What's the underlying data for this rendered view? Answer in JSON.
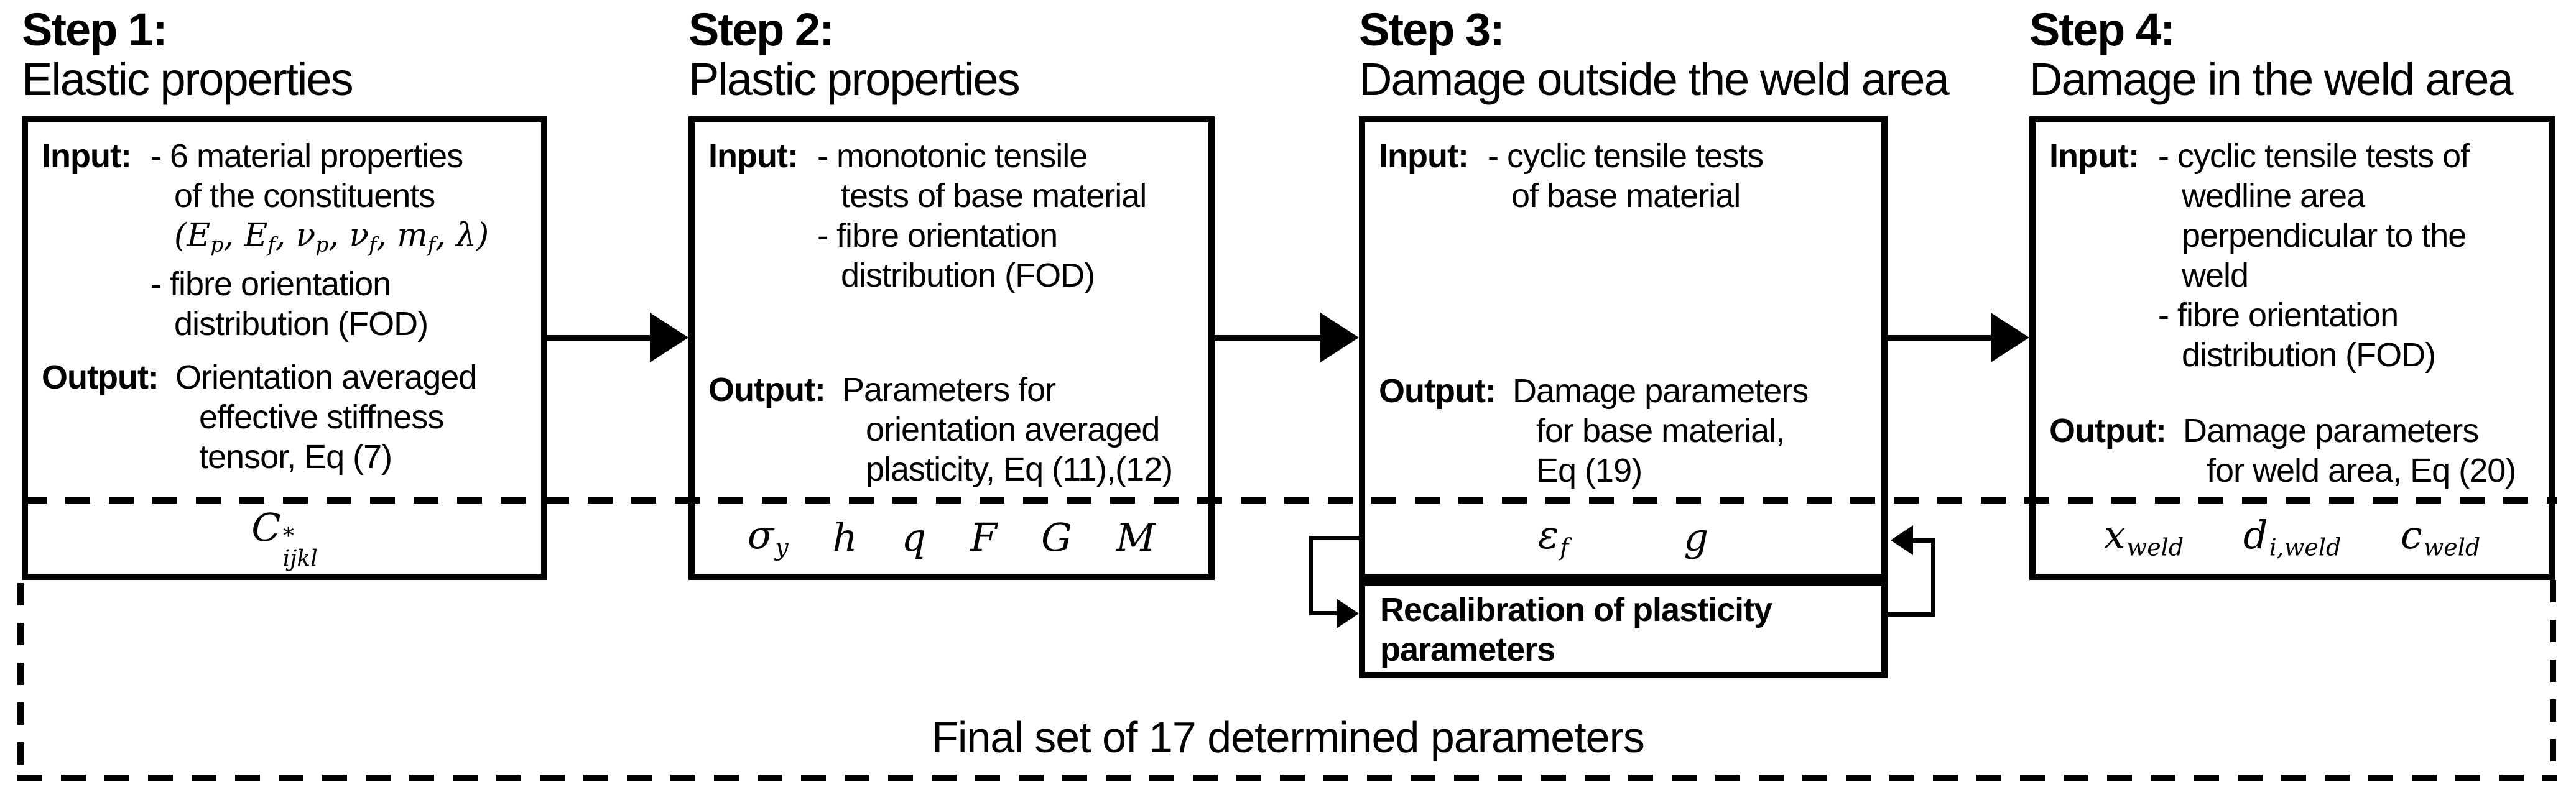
{
  "figure": {
    "final_label": "Final set of 17 determined parameters",
    "colors": {
      "line": "#000000",
      "background": "#ffffff"
    },
    "recalibration": {
      "lines": [
        {
          "text": "Recalibration of plasticity"
        },
        {
          "text": "parameters"
        }
      ]
    },
    "steps": [
      {
        "step_label": "Step 1:",
        "subtitle": "Elastic properties",
        "input_label": "Input:",
        "output_label": "Output:",
        "input_lines": [
          {
            "text": "- 6 material properties"
          },
          {
            "text": "of the constituents",
            "indent": 1
          },
          {
            "indent": 1,
            "math": true,
            "segments": [
              {
                "t": "(E",
                "sub": "p"
              },
              {
                "t": ", E",
                "sub": "f"
              },
              {
                "t": ", ν",
                "sub": "p"
              },
              {
                "t": ", ν",
                "sub": "f"
              },
              {
                "t": ", m",
                "sub": "f"
              },
              {
                "t": ", λ)"
              }
            ]
          },
          {
            "text": "- fibre orientation"
          },
          {
            "text": "distribution (FOD)",
            "indent": 1
          }
        ],
        "output_lines": [
          {
            "text": "Orientation averaged"
          },
          {
            "text": "effective stiffness",
            "indent": 1
          },
          {
            "text": "tensor, Eq (7)",
            "indent": 1
          }
        ],
        "params": [
          {
            "base": "C",
            "sup": "*",
            "sub": "ijkl"
          }
        ]
      },
      {
        "step_label": "Step 2:",
        "subtitle": "Plastic properties",
        "input_label": "Input:",
        "output_label": "Output:",
        "input_lines": [
          {
            "text": "- monotonic tensile"
          },
          {
            "text": "tests of base material",
            "indent": 1
          },
          {
            "text": "- fibre orientation"
          },
          {
            "text": "distribution (FOD)",
            "indent": 1
          }
        ],
        "output_lines": [
          {
            "text": "Parameters for"
          },
          {
            "text": "orientation averaged",
            "indent": 1
          },
          {
            "text": "plasticity, Eq (11),(12)",
            "indent": 1
          }
        ],
        "params": [
          {
            "base": "σ",
            "sub": "y"
          },
          {
            "base": "h"
          },
          {
            "base": "q"
          },
          {
            "base": "F"
          },
          {
            "base": "G"
          },
          {
            "base": "M"
          }
        ]
      },
      {
        "step_label": "Step 3:",
        "subtitle": "Damage outside the weld area",
        "input_label": "Input:",
        "output_label": "Output:",
        "input_lines": [
          {
            "text": "- cyclic tensile tests"
          },
          {
            "text": "of base material",
            "indent": 1
          }
        ],
        "output_lines": [
          {
            "text": "Damage parameters"
          },
          {
            "text": "for base material,",
            "indent": 1
          },
          {
            "text": "Eq (19)",
            "indent": 1
          }
        ],
        "params": [
          {
            "base": "ε",
            "sub": "f"
          },
          {
            "base": "g"
          }
        ]
      },
      {
        "step_label": "Step 4:",
        "subtitle": "Damage in the weld area",
        "input_label": "Input:",
        "output_label": "Output:",
        "input_lines": [
          {
            "text": "- cyclic tensile tests of"
          },
          {
            "text": "wedline area",
            "indent": 1
          },
          {
            "text": "perpendicular to the",
            "indent": 1
          },
          {
            "text": "weld",
            "indent": 1
          },
          {
            "text": "- fibre orientation"
          },
          {
            "text": "distribution (FOD)",
            "indent": 1
          }
        ],
        "output_lines": [
          {
            "text": "Damage parameters"
          },
          {
            "text": "for weld area, Eq (20)",
            "indent": 1
          }
        ],
        "params": [
          {
            "base": "x",
            "sub": "weld"
          },
          {
            "base": "d",
            "sub": "i,weld"
          },
          {
            "base": "c",
            "sub": "weld"
          }
        ]
      }
    ]
  }
}
